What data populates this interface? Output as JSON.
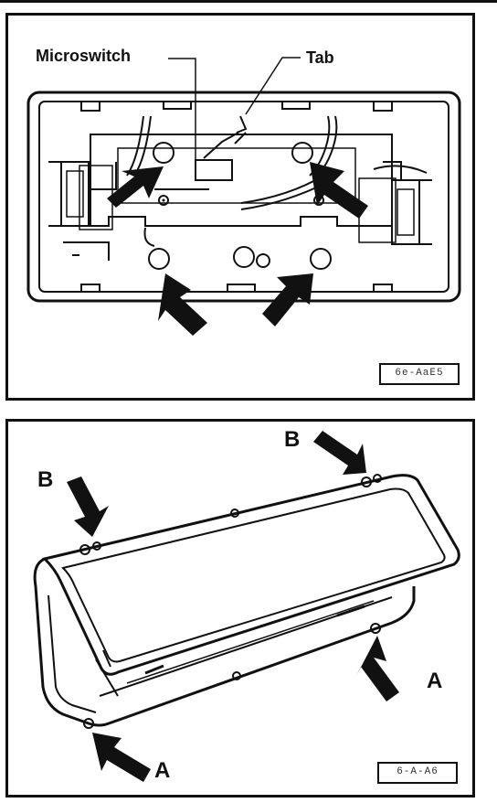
{
  "top_figure": {
    "labels": {
      "microswitch": "Microswitch",
      "tab": "Tab"
    },
    "reference_code": "6e-AaE5"
  },
  "bottom_figure": {
    "labels": {
      "b_left": "B",
      "b_right": "B",
      "a_right": "A",
      "a_left": "A"
    },
    "reference_code": "6-A-A6"
  }
}
